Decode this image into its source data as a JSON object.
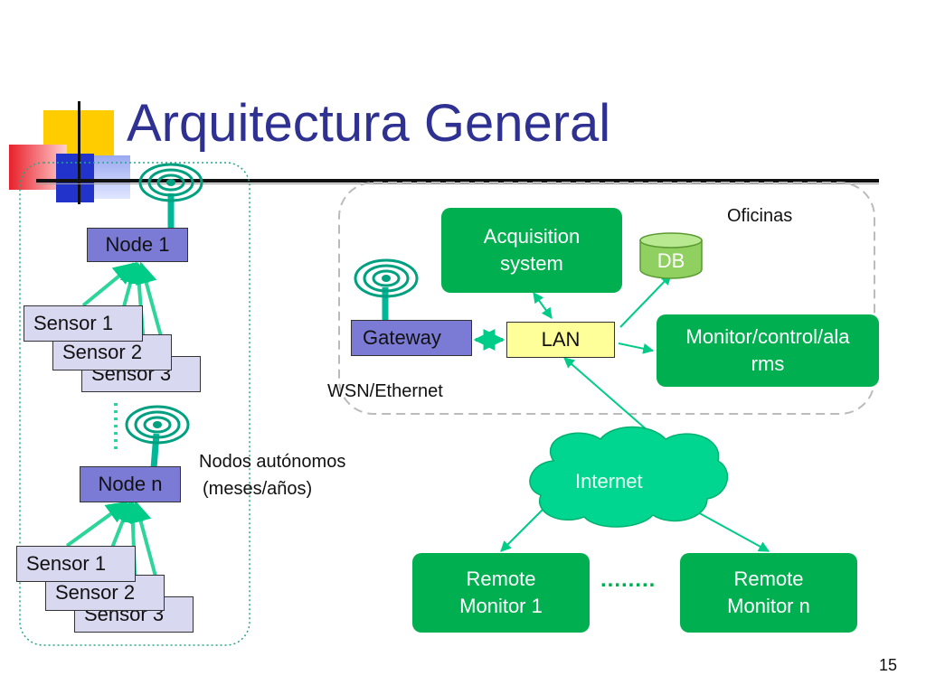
{
  "slide": {
    "title": "Arquitectura General",
    "page_number": "15"
  },
  "wsn": {
    "node1": "Node 1",
    "node_n": "Node n",
    "group1_sensors": [
      "Sensor 1",
      "Sensor 2",
      "Sensor 3"
    ],
    "group2_sensors": [
      "Sensor 1",
      "Sensor 2",
      "Sensor 3"
    ],
    "autonomy_label_line1": "Nodos autónomos",
    "autonomy_label_line2": "(meses/años)"
  },
  "office": {
    "region_label": "Oficinas",
    "acquisition_line1": "Acquisition",
    "acquisition_line2": "system",
    "db": "DB",
    "gateway": "Gateway",
    "lan": "LAN",
    "monitor_line1": "Monitor/control/ala",
    "monitor_line2": "rms",
    "link_label": "WSN/Ethernet"
  },
  "remote": {
    "internet": "Internet",
    "remote1_line1": "Remote",
    "remote1_line2": "Monitor 1",
    "remoten_line1": "Remote",
    "remoten_line2": "Monitor n",
    "ellipsis": "........"
  },
  "colors": {
    "title": "#2e3192",
    "green_box": "#00b050",
    "cloud": "#00d68f",
    "arrows": "#00cc88",
    "node_blue": "#7b7bd6",
    "sensor_lavender": "#d8d8f0",
    "lan_yellow": "#ffff99"
  }
}
